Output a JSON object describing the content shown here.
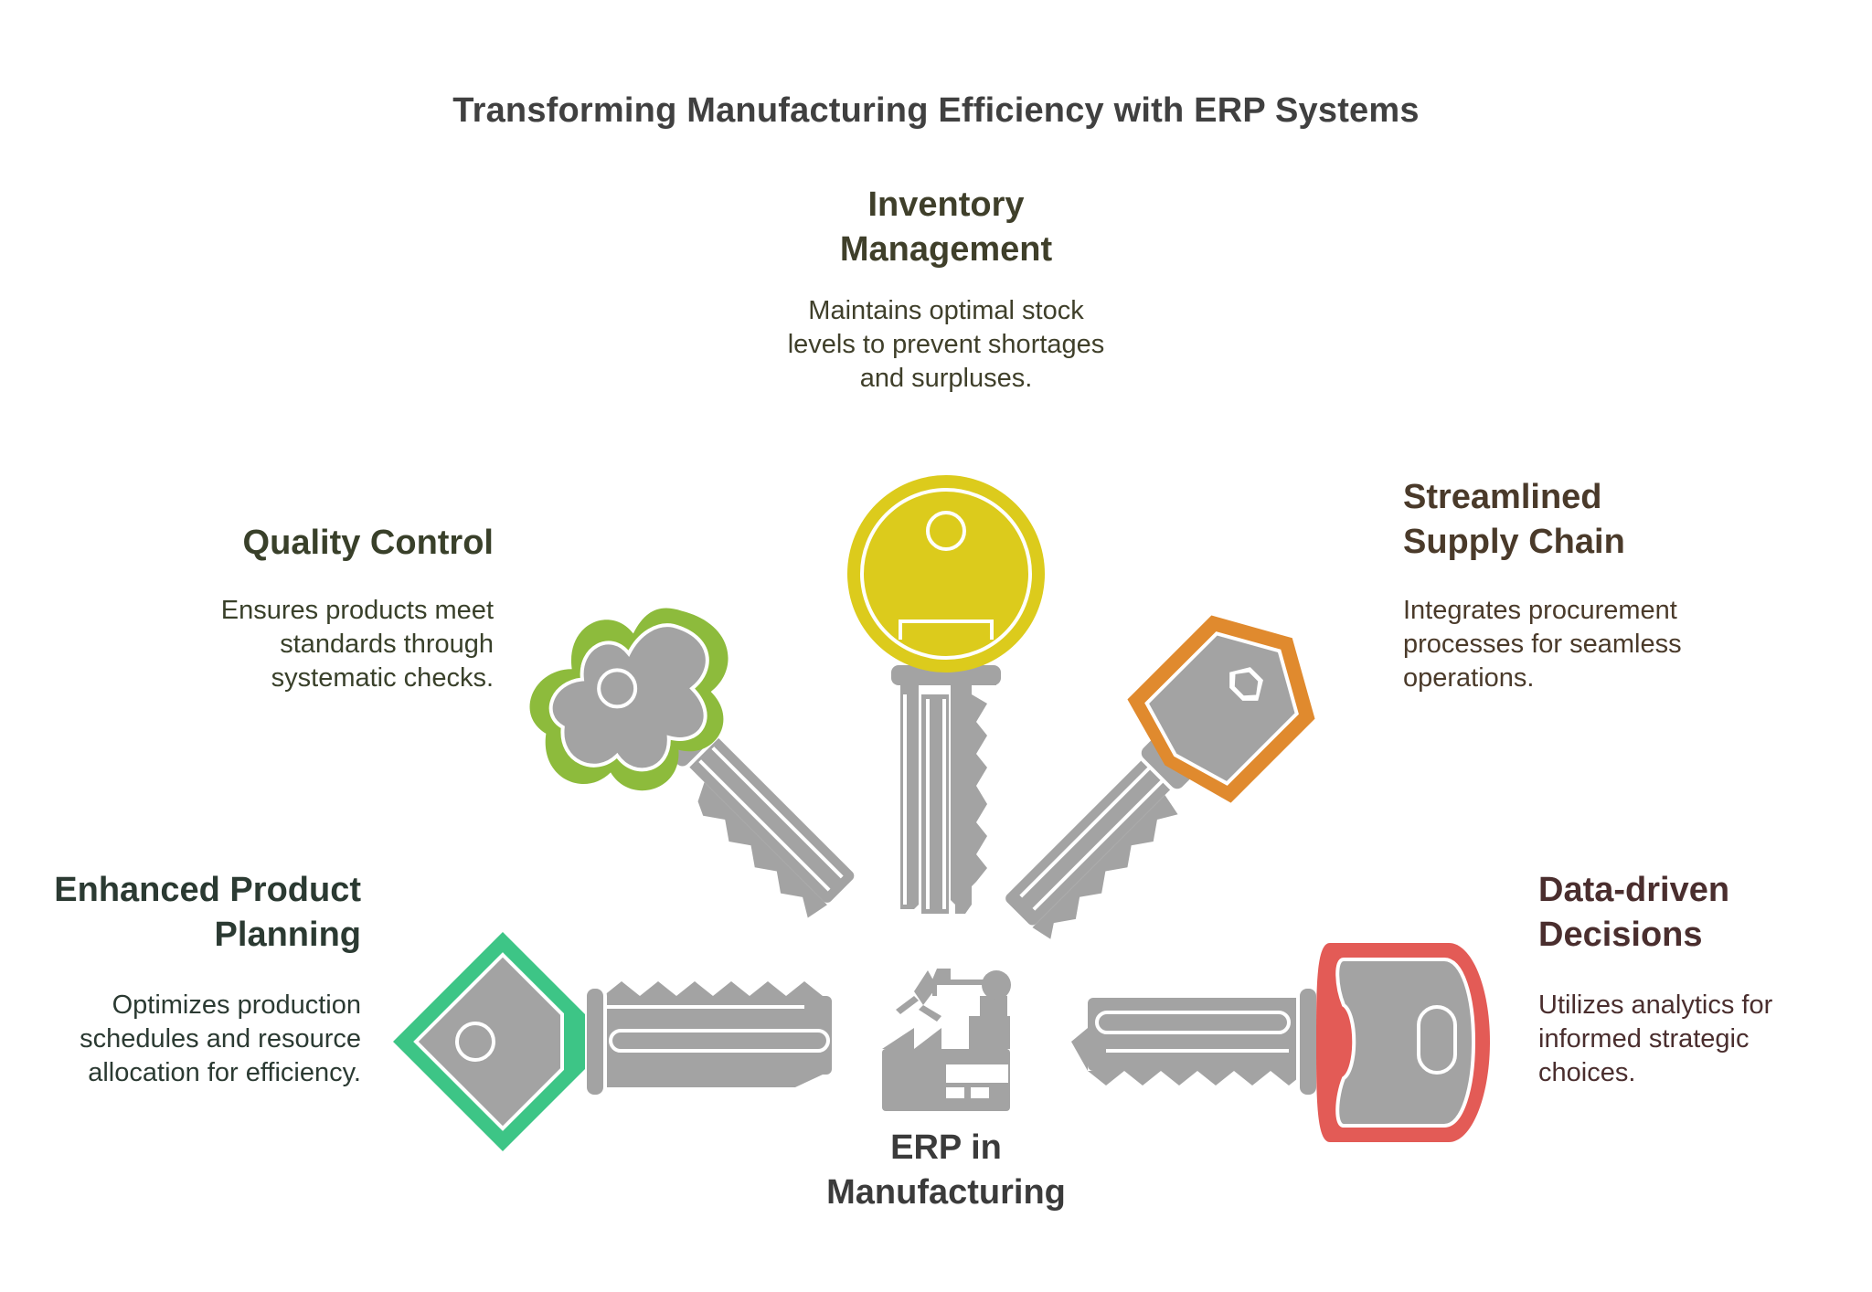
{
  "title": "Transforming Manufacturing Efficiency with ERP Systems",
  "center": {
    "label": "ERP in Manufacturing",
    "icon": "factory-robot-arm-icon"
  },
  "items": {
    "inventory": {
      "title": "Inventory Management",
      "description": "Maintains optimal stock levels to prevent shortages and surpluses.",
      "color": "#DCCB1C",
      "icon": "yellow-round-key-icon"
    },
    "supply": {
      "title": "Streamlined Supply Chain",
      "description": "Integrates procurement processes for seamless operations.",
      "color": "#E08A2E",
      "icon": "orange-hexagon-key-icon"
    },
    "quality": {
      "title": "Quality Control",
      "description": "Ensures products meet standards through systematic checks.",
      "color": "#8DBB3C",
      "icon": "green-cloverleaf-key-icon"
    },
    "planning": {
      "title": "Enhanced Product Planning",
      "description": "Optimizes production schedules and resource allocation for efficiency.",
      "color": "#3DC586",
      "icon": "teal-diamond-key-icon"
    },
    "data": {
      "title": "Data-driven Decisions",
      "description": "Utilizes analytics for informed strategic choices.",
      "color": "#E35B56",
      "icon": "red-rectangular-key-icon"
    }
  },
  "key_gray": "#A3A3A3"
}
